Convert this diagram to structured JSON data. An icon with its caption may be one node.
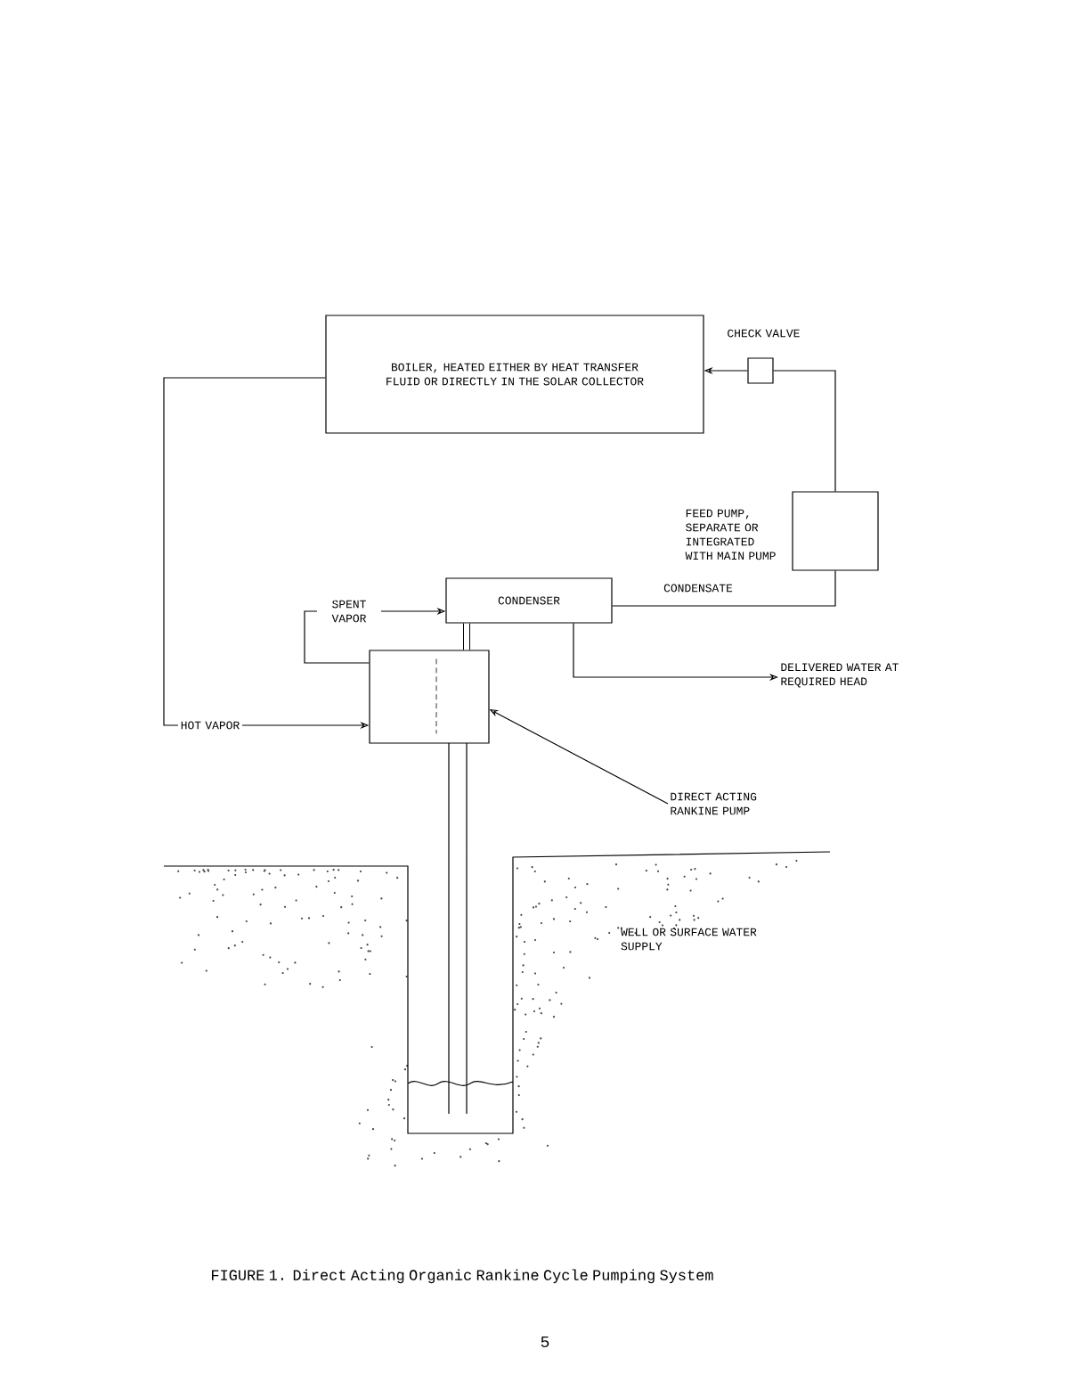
{
  "diagram": {
    "caption": "FIGURE 1. Direct Acting Organic Rankine Cycle Pumping System",
    "nodes": [
      {
        "text": [
          "BOILER, HEATED EITHER BY HEAT TRANSFER FLUID OR DIRECTLY IN THE SOLAR COLLECTOR"
        ]
      },
      {
        "text": [],
        "shape": "box",
        "beside": [
          "CHECK VALVE"
        ]
      },
      {
        "text": [],
        "shape": "box",
        "beside": [
          "FEED PUMP, SEPARATE OR INTEGRATED WITH MAIN PUMP"
        ]
      },
      {
        "text": [
          "CONDENSER"
        ]
      },
      {
        "text": [],
        "shape": "box"
      },
      {
        "text": [
          "DIRECT ACTING RANKINE PUMP"
        ]
      },
      {
        "text": [
          "DELIVERED WATER AT REQUIRED HEAD"
        ]
      }
    ],
    "edges": [
      {
        "from": 0,
        "to": 4,
        "arrow": "to",
        "label": "HOT VAPOR"
      },
      {
        "from": 4,
        "to": 3,
        "arrow": "to",
        "label": "SPENT VAPOR"
      },
      {
        "from": 3,
        "to": 2,
        "arrow": "none",
        "label": "CONDENSATE"
      },
      {
        "from": 2,
        "to": 1,
        "arrow": "none"
      },
      {
        "from": 1,
        "to": 0,
        "arrow": "to"
      },
      {
        "from": 3,
        "to": 6,
        "arrow": "to"
      },
      {
        "from": 4,
        "to": 3,
        "arrow": "none",
        "style": "thick"
      },
      {
        "from": 5,
        "to": 4,
        "arrow": "to"
      }
    ],
    "labels": [
      "WELL OR SURFACE WATER SUPPLY",
      "5"
    ]
  }
}
